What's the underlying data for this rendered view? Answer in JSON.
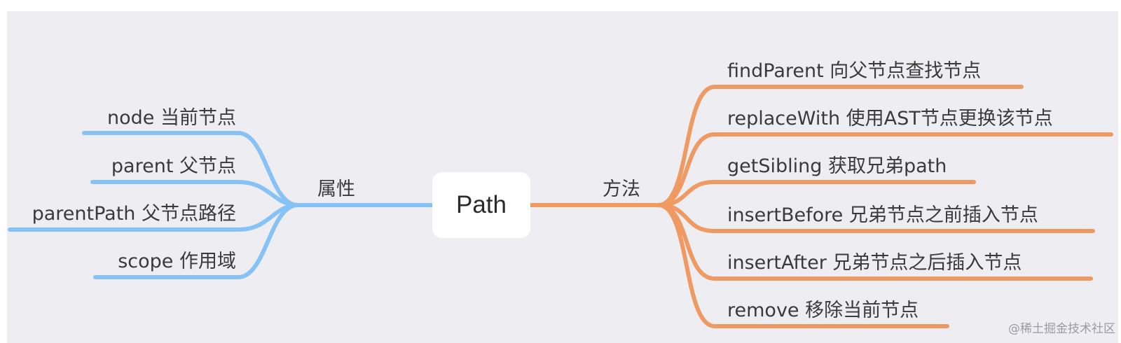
{
  "root": {
    "label": "Path"
  },
  "colors": {
    "left_branch": "#86c2f5",
    "right_branch": "#ee9a62"
  },
  "left_group": {
    "label": "属性",
    "items": [
      {
        "label": "node 当前节点"
      },
      {
        "label": "parent 父节点"
      },
      {
        "label": "parentPath 父节点路径"
      },
      {
        "label": "scope 作用域"
      }
    ]
  },
  "right_group": {
    "label": "方法",
    "items": [
      {
        "label": "findParent 向父节点查找节点"
      },
      {
        "label": "replaceWith 使用AST节点更换该节点"
      },
      {
        "label": "getSibling 获取兄弟path"
      },
      {
        "label": "insertBefore 兄弟节点之前插入节点"
      },
      {
        "label": "insertAfter 兄弟节点之后插入节点"
      },
      {
        "label": "remove 移除当前节点"
      }
    ]
  },
  "watermark": "@稀土掘金技术社区"
}
